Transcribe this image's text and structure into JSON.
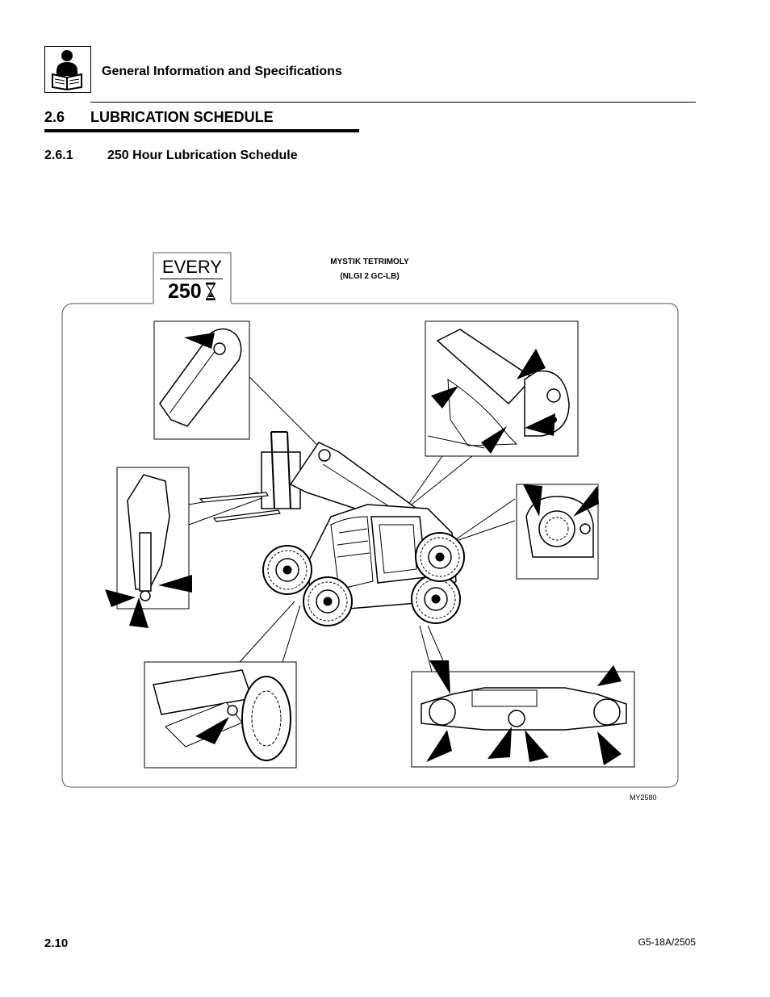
{
  "header": {
    "title": "General Information and Specifications"
  },
  "section": {
    "number": "2.6",
    "title": "LUBRICATION SCHEDULE"
  },
  "subsection": {
    "number": "2.6.1",
    "title": "250 Hour Lubrication Schedule"
  },
  "figure": {
    "interval_word": "EVERY",
    "interval_hours": "250",
    "lubricant_line1": "MYSTIK TETRIMOLY",
    "lubricant_line2": "(NLGI 2 GC-LB)",
    "figure_id": "MY2580"
  },
  "footer": {
    "page_number": "2.10",
    "document_number": "G5-18A/2505"
  },
  "icons": {
    "manual": "manual-reading-icon",
    "interval": "hourglass-icon"
  }
}
